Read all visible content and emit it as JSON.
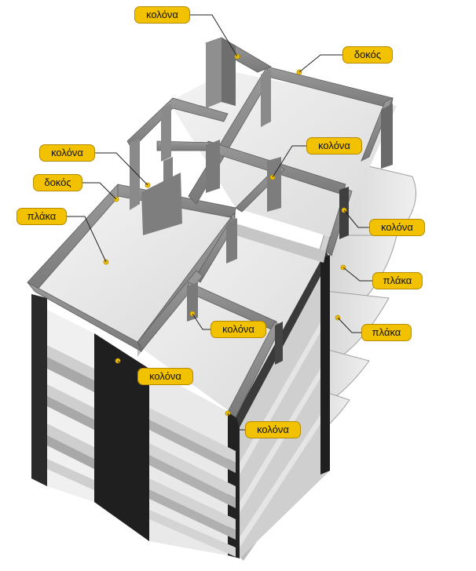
{
  "labels": {
    "column_top": "κολόνα",
    "beam_top_right": "δοκός",
    "column_left_upper": "κολόνα",
    "column_right_upper": "κολόνα",
    "beam_left": "δοκός",
    "column_right_mid": "κολόνα",
    "slab_left": "πλάκα",
    "slab_right_upper": "πλάκα",
    "slab_right_lower": "πλάκα",
    "column_center": "κολόνα",
    "column_front_left": "κολόνα",
    "column_front_right": "κολόνα"
  },
  "colors": {
    "label_fill": "#f2c200",
    "label_border": "#b58a00",
    "frame_dark": "#1c1c1c",
    "concrete_mid": "#8a8a8a",
    "slab_light": "#e6e6e6"
  }
}
